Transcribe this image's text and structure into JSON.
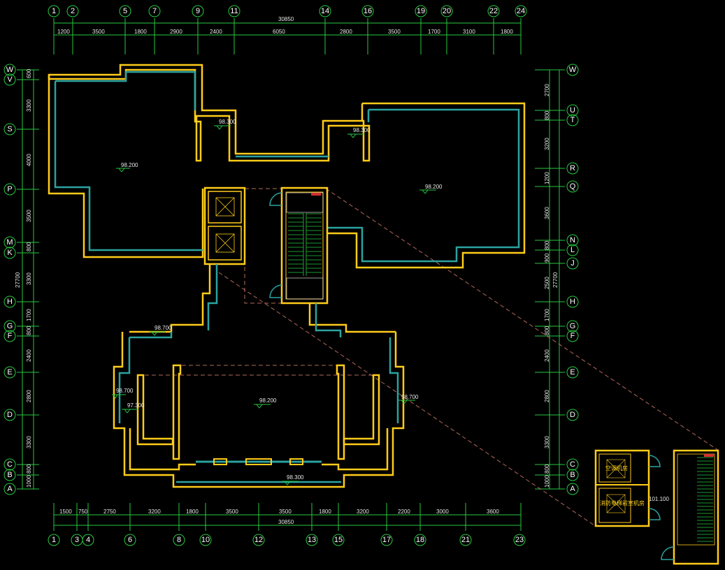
{
  "drawing": {
    "colors": {
      "background": "#000000",
      "wall_outer": "#ffcc1a",
      "wall_inner": "#2aa3a0",
      "grid": "#27c93f",
      "text": "#ffffff",
      "axis_bubble": "#27c93f",
      "leader": "#b06a5a"
    },
    "top_axes": [
      "1",
      "2",
      "5",
      "7",
      "9",
      "11",
      "14",
      "16",
      "19",
      "20",
      "22",
      "24"
    ],
    "top_dims": [
      "1200",
      "3500",
      "1800",
      "2900",
      "2400",
      "6050",
      "2800",
      "3500",
      "1700",
      "3100",
      "1800"
    ],
    "top_total": "30850",
    "bottom_axes": [
      "1",
      "3",
      "4",
      "6",
      "8",
      "10",
      "12",
      "13",
      "15",
      "17",
      "18",
      "21",
      "23"
    ],
    "bottom_dims": [
      "1500",
      "750",
      "2750",
      "3200",
      "1800",
      "3500",
      "3500",
      "1800",
      "3200",
      "2200",
      "3000",
      "3600"
    ],
    "bottom_total": "30850",
    "left_axes": [
      "W",
      "V",
      "S",
      "P",
      "M",
      "K",
      "H",
      "G",
      "F",
      "E",
      "D",
      "C",
      "B",
      "A"
    ],
    "left_dims": [
      "600",
      "3300",
      "4000",
      "3500",
      "800",
      "3300",
      "1700",
      "800",
      "2400",
      "2800",
      "3300",
      "800",
      "1000"
    ],
    "left_total": "27700",
    "right_axes": [
      "W",
      "U",
      "T",
      "R",
      "Q",
      "N",
      "L",
      "J",
      "H",
      "G",
      "F",
      "E",
      "D",
      "C",
      "B",
      "A"
    ],
    "right_dims": [
      "2700",
      "800",
      "3200",
      "1200",
      "3600",
      "800",
      "900",
      "2500",
      "1700",
      "800",
      "2400",
      "2800",
      "3300",
      "800",
      "1000"
    ],
    "right_total": "27700",
    "levels": [
      "98.200",
      "98.300",
      "98.300",
      "98.200",
      "98.700",
      "98.200",
      "97.300",
      "98.700",
      "98.700",
      "98.300"
    ],
    "detail_labels": {
      "machine_room": "空调机房",
      "elevator_room": "消防电梯前室机房",
      "detail_level": "101.100"
    }
  }
}
